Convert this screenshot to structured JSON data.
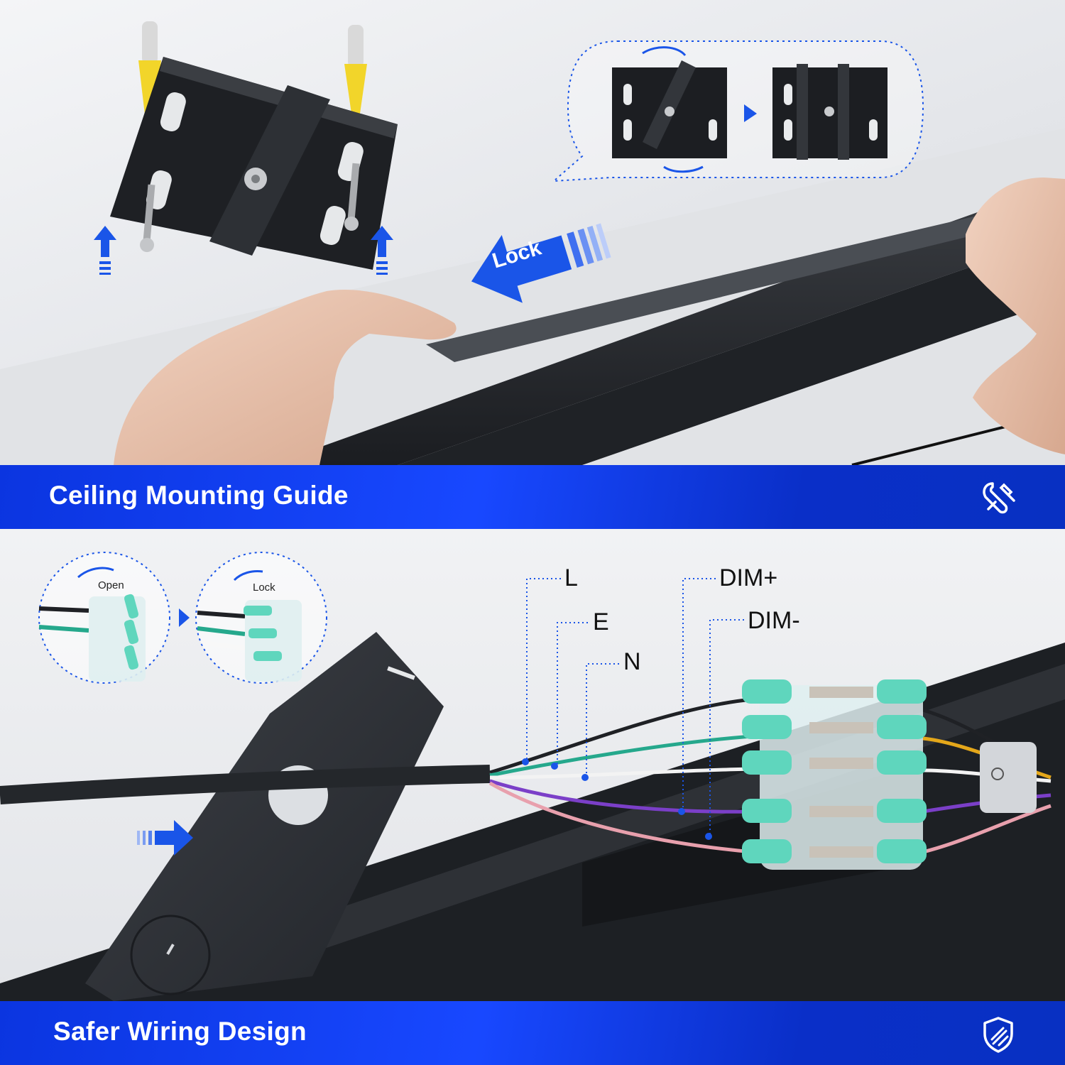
{
  "top_section": {
    "banner_title": "Ceiling Mounting Guide",
    "banner_icon": "wrench-icon",
    "lock_arrow_label": "Lock"
  },
  "bottom_section": {
    "banner_title": "Safer Wiring Design",
    "banner_icon": "shield-icon",
    "connector_open_label": "Open",
    "connector_lock_label": "Lock",
    "wire_labels": [
      "L",
      "E",
      "N",
      "DIM+",
      "DIM-"
    ]
  },
  "colors": {
    "banner_blue": "#1646f5",
    "accent_blue": "#1a55e8",
    "fixture_black": "#26292e",
    "connector_teal": "#5fd6bd"
  }
}
